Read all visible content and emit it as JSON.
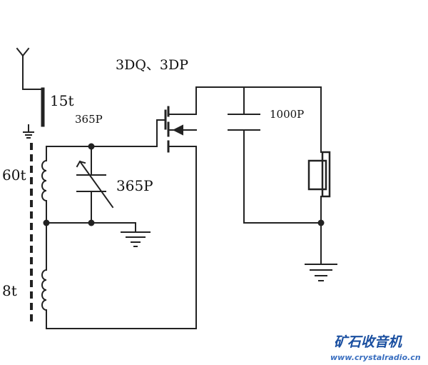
{
  "labels": {
    "transistor": "3DQ、3DP",
    "antenna_turns": "15t",
    "cap_small": "365P",
    "coil_main_turns": "60t",
    "var_cap": "365P",
    "coil_tap_turns": "8t",
    "cap_output": "1000P"
  },
  "watermark": {
    "title": "矿石收音机",
    "url": "www.crystalradio.cn"
  },
  "colors": {
    "wire": "#222222",
    "watermark_title": "#1a4fa0",
    "watermark_url": "#3a6fc0"
  }
}
